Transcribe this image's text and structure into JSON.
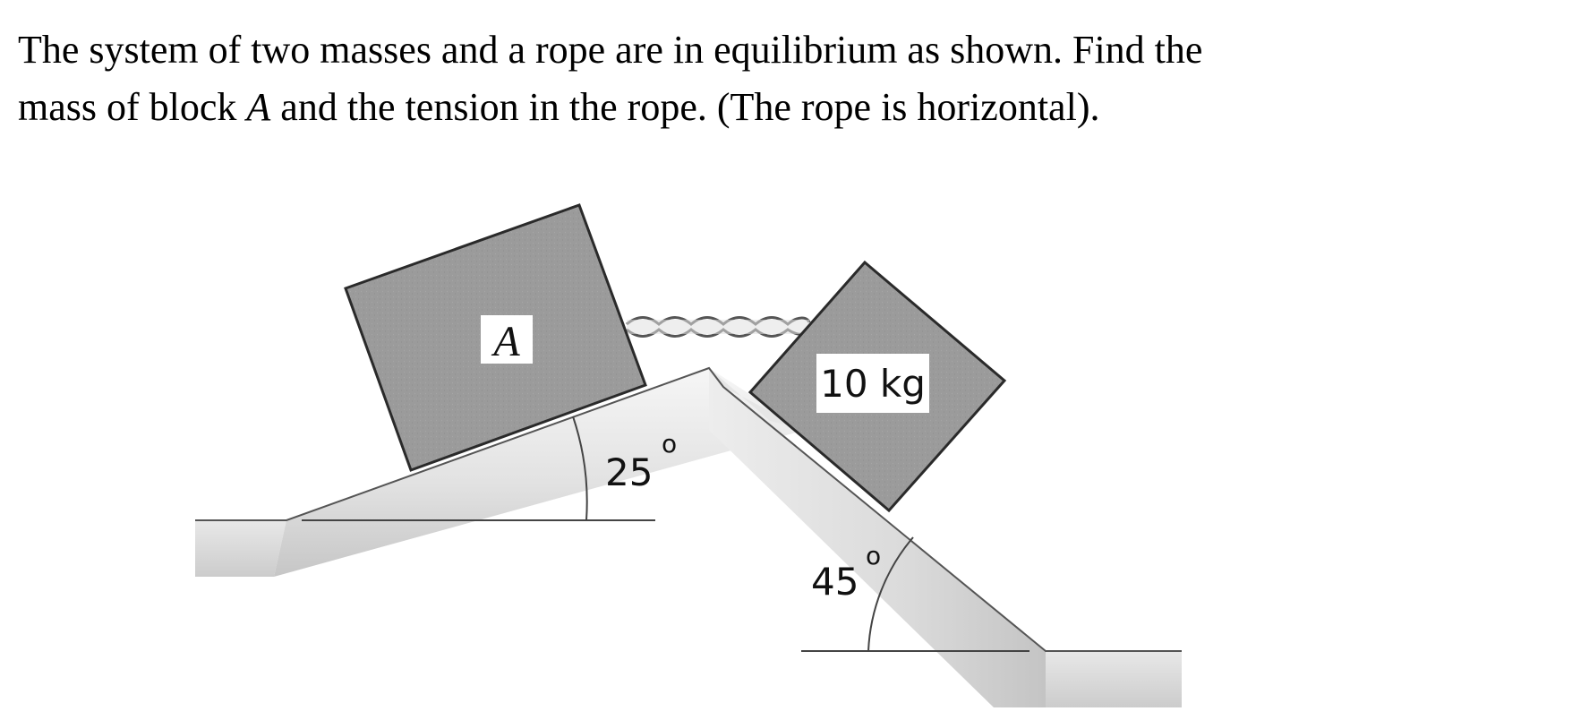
{
  "problem": {
    "line1": "The system of two masses and a rope are in equilibrium as shown. Find the",
    "line2_before": "mass of block ",
    "line2_var": "A",
    "line2_after": " and the tension in the rope. (The rope is horizontal)."
  },
  "diagram": {
    "block_a_label": "A",
    "block_b_label": "10 kg",
    "left_angle_value": "25",
    "right_angle_value": "45",
    "degree_symbol": "o",
    "colors": {
      "block_fill": "#999999",
      "block_stroke": "#2a2a2a",
      "ramp_light": "#f4f4f4",
      "ramp_dark": "#cfcfcf",
      "line": "#555555"
    }
  }
}
